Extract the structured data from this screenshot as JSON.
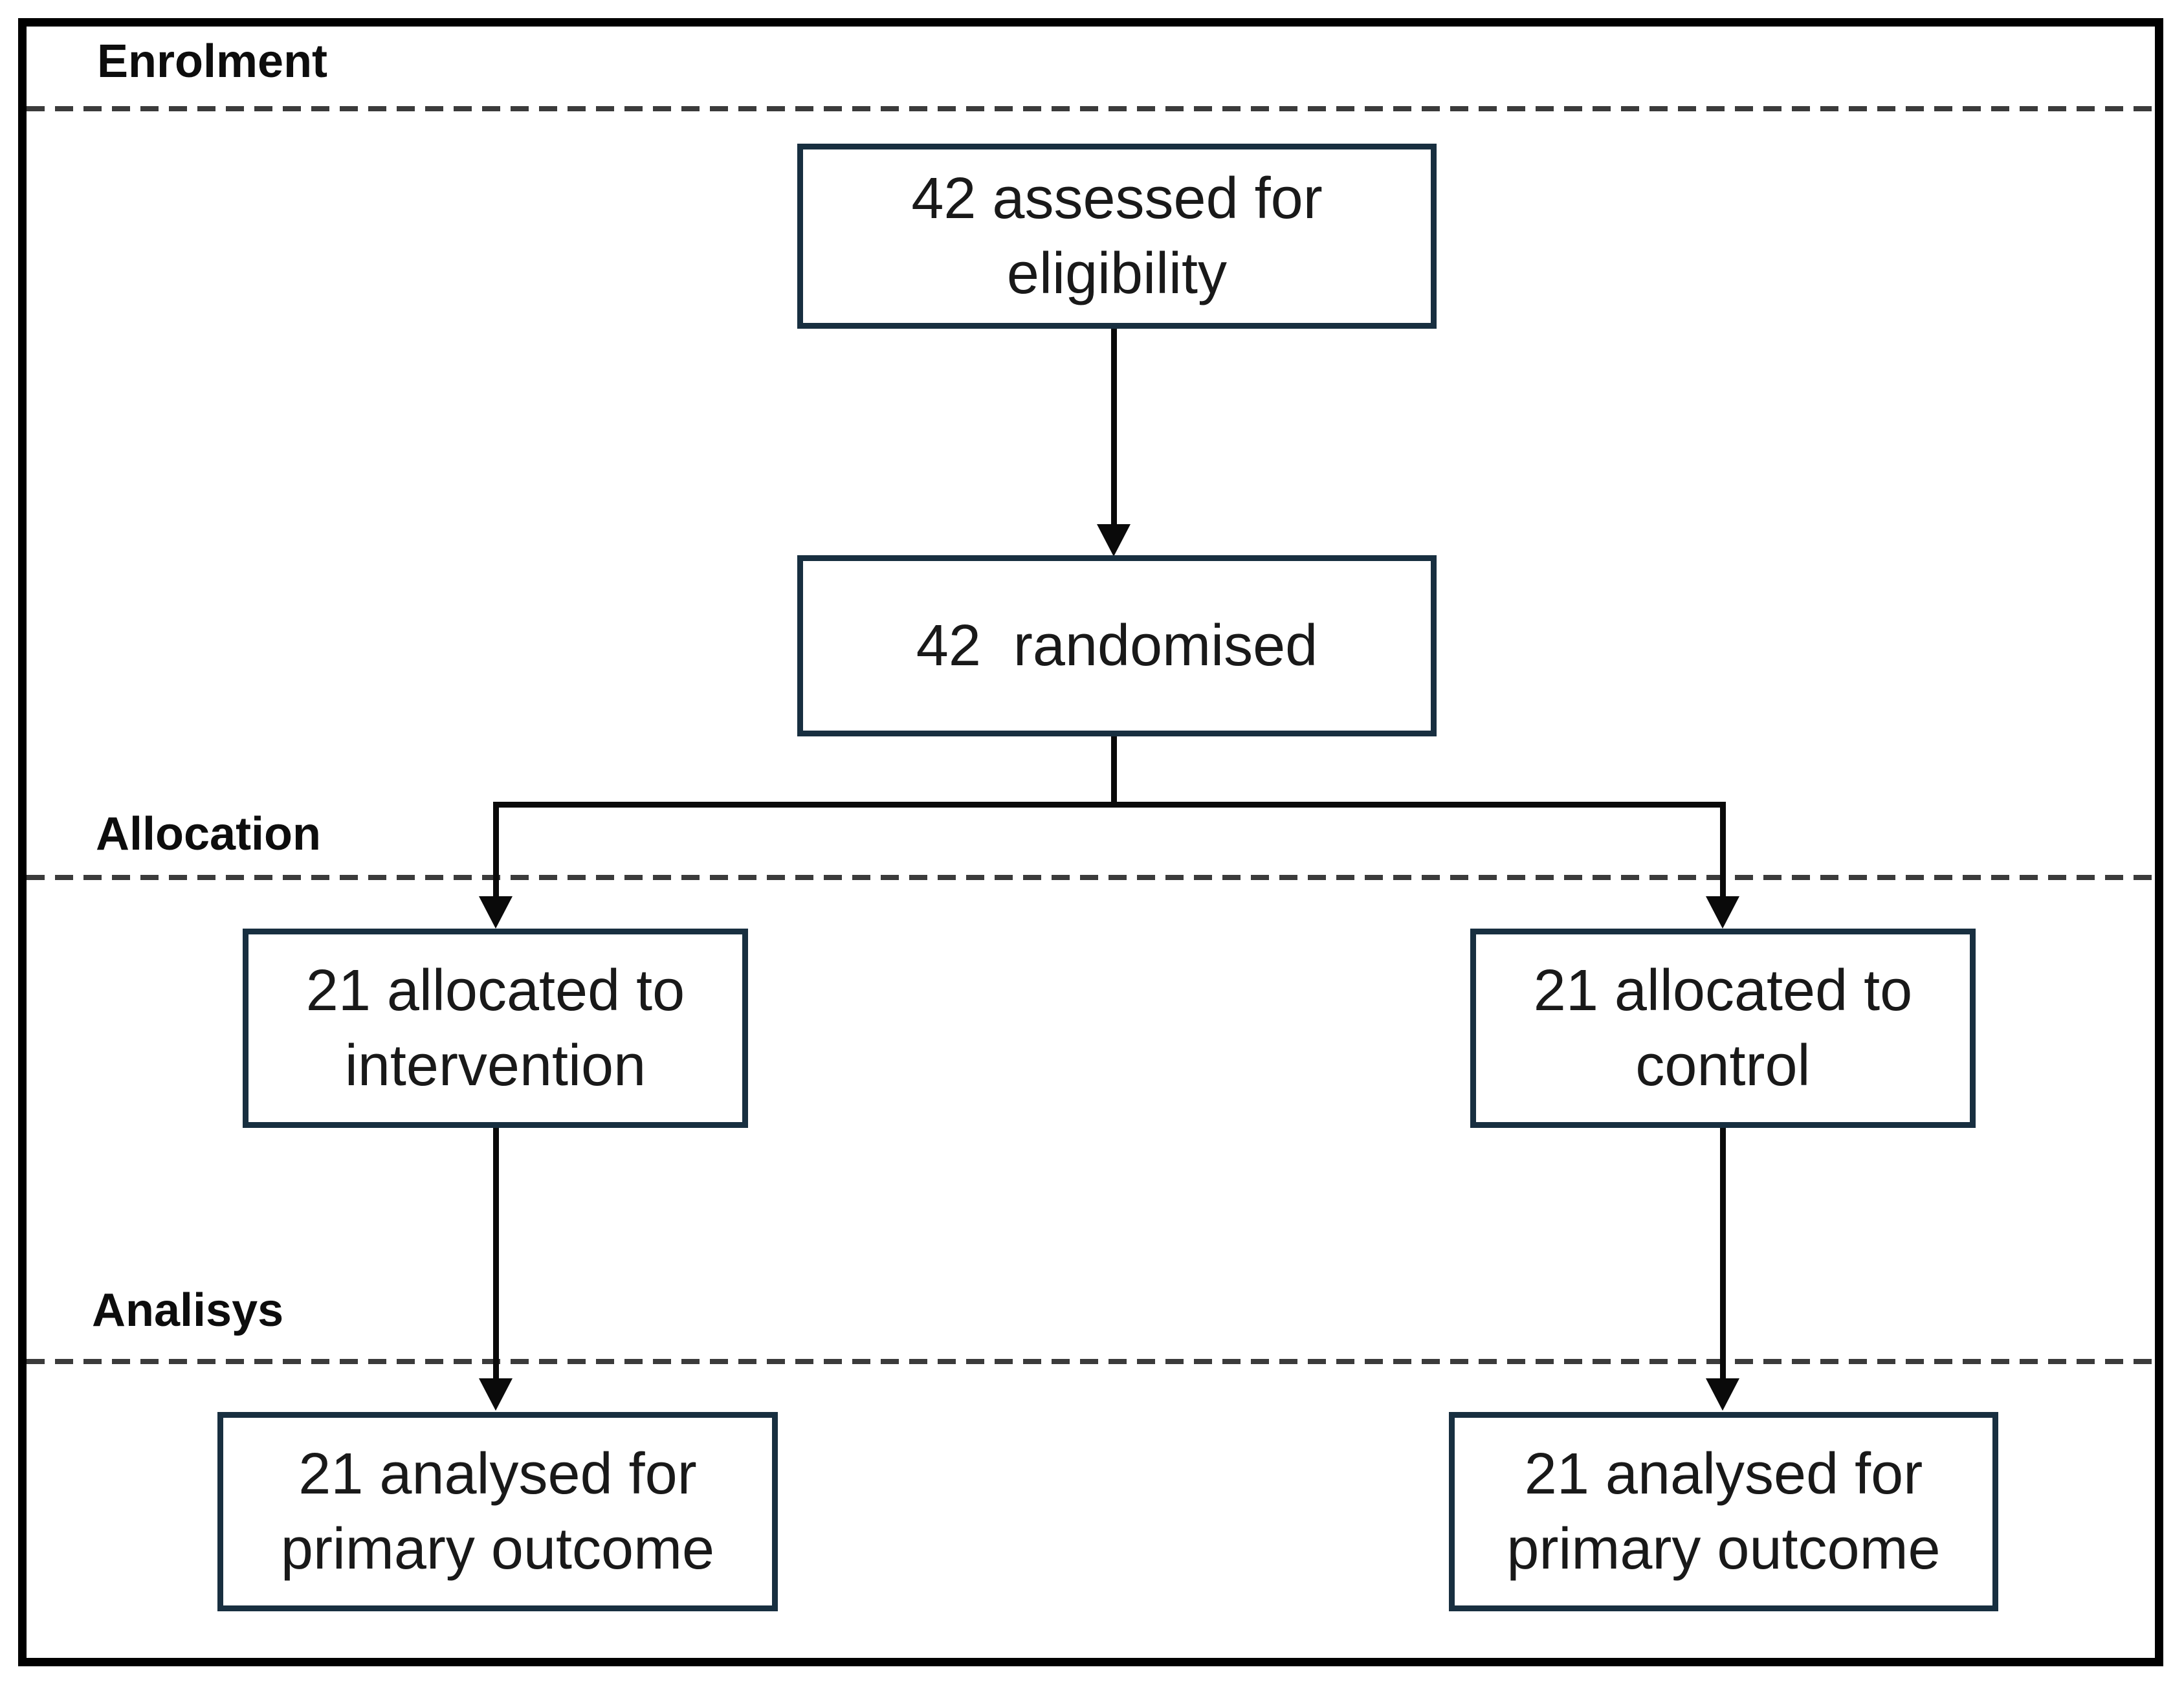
{
  "diagram": {
    "type": "consort-flow",
    "sections": [
      {
        "label": "Enrolment"
      },
      {
        "label": "Allocation"
      },
      {
        "label": "Analisys"
      }
    ],
    "boxes": {
      "eligibility": {
        "text": "42 assessed for\neligibility"
      },
      "randomised": {
        "text": "42  randomised"
      },
      "intervention": {
        "text": "21 allocated to\nintervention"
      },
      "control": {
        "text": "21 allocated to\ncontrol"
      },
      "analysis_intervention": {
        "text": "21 analysed for\nprimary outcome"
      },
      "analysis_control": {
        "text": "21 analysed for\nprimary outcome"
      }
    },
    "counts": {
      "assessed_for_eligibility": 42,
      "randomised": 42,
      "allocated_to_intervention": 21,
      "allocated_to_control": 21,
      "analysed_intervention": 21,
      "analysed_control": 21
    },
    "colors": {
      "frame_border": "#000000",
      "box_border": "#182f40",
      "box_fill": "#ffffff",
      "connector": "#0a0a0a",
      "divider_dash": "#3b3b3b",
      "text": "#191919",
      "background": "#ffffff"
    }
  }
}
